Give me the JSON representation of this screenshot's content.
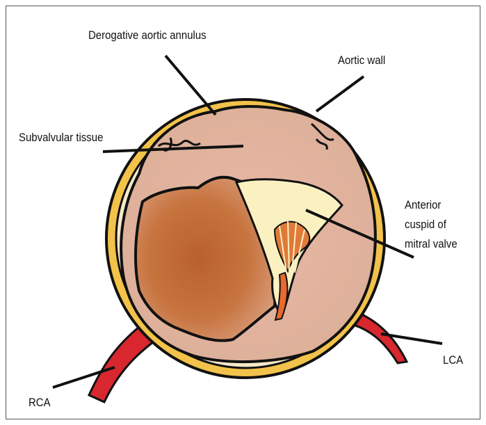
{
  "labels": {
    "derogative_aortic_annulus": "Derogative aortic annulus",
    "aortic_wall": "Aortic wall",
    "subvalvular_tissue": "Subvalvular tissue",
    "anterior_cuspid": [
      "Anterior",
      "cuspid of",
      "mitral valve"
    ],
    "lca": "LCA",
    "rca": "RCA"
  },
  "colors": {
    "aortic_wall": "#f2c24a",
    "wall_inner": "#f6e9c8",
    "annulus_tissue": "#e6b2a2",
    "cavity": "#c26a3c",
    "leaflet": "#fbf1c0",
    "artery": "#d8272e",
    "outline": "#111111"
  }
}
